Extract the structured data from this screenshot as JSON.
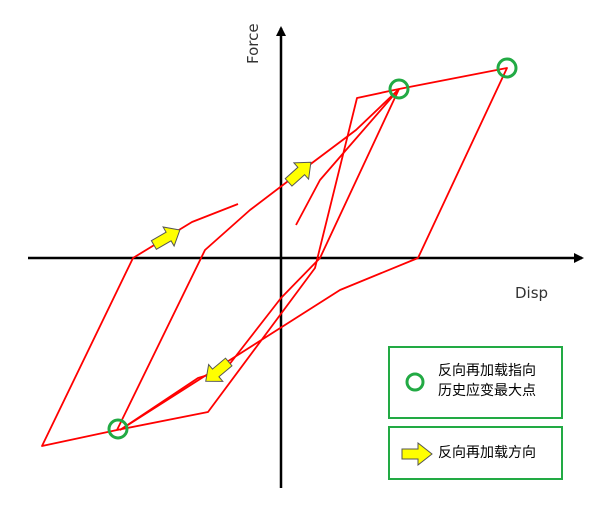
{
  "axes": {
    "x_label": "Disp",
    "y_label": "Force"
  },
  "legend": {
    "circle_line1": "反向再加载指向",
    "circle_line2": "历史应变最大点",
    "arrow_label": "反向再加载方向"
  },
  "colors": {
    "curve": "#ff0000",
    "marker": "#22aa44",
    "arrow_fill": "#ffff00",
    "axis": "#000000"
  }
}
